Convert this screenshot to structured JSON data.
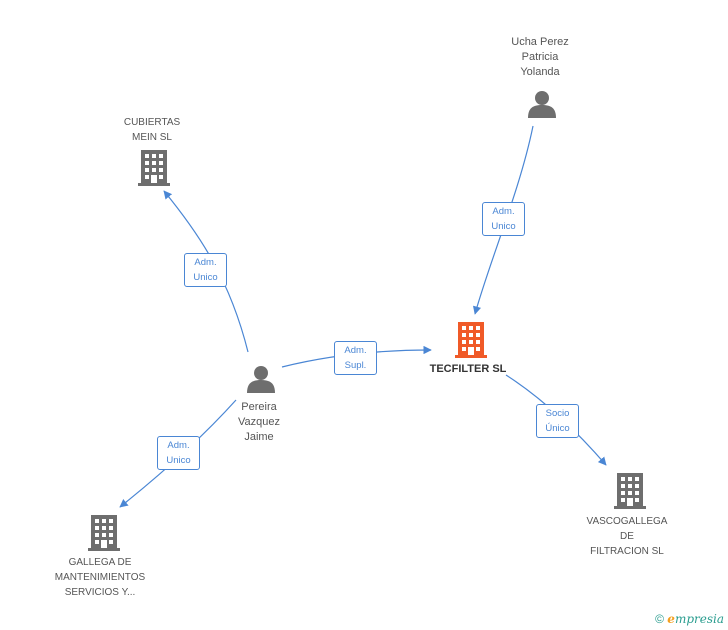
{
  "nodes": {
    "ucha": {
      "lines": [
        "Ucha Perez",
        "Patricia",
        "Yolanda"
      ],
      "kind": "person"
    },
    "cubiertas": {
      "lines": [
        "CUBIERTAS",
        "MEIN SL"
      ],
      "kind": "company"
    },
    "tecfilter": {
      "lines": [
        "TECFILTER SL"
      ],
      "kind": "company-main"
    },
    "pereira": {
      "lines": [
        "Pereira",
        "Vazquez",
        "Jaime"
      ],
      "kind": "person"
    },
    "vasco": {
      "lines": [
        "VASCOGALLEGA",
        "DE",
        "FILTRACION SL"
      ],
      "kind": "company"
    },
    "gallega": {
      "lines": [
        "GALLEGA DE",
        "MANTENIMIENTOS",
        "SERVICIOS Y..."
      ],
      "kind": "company"
    }
  },
  "edges": {
    "ucha_tecfilter": [
      "Adm.",
      "Unico"
    ],
    "pereira_cubiertas": [
      "Adm.",
      "Unico"
    ],
    "pereira_tecfilter": [
      "Adm.",
      "Supl."
    ],
    "tecfilter_vasco": [
      "Socio",
      "Único"
    ],
    "pereira_gallega": [
      "Adm.",
      "Unico"
    ]
  },
  "footer": {
    "copyright": "©",
    "brand_initial": "e",
    "brand_rest": "mpresia"
  },
  "colors": {
    "edge": "#4a86d4",
    "icon": "#6e6e6e",
    "main": "#f05a28"
  }
}
